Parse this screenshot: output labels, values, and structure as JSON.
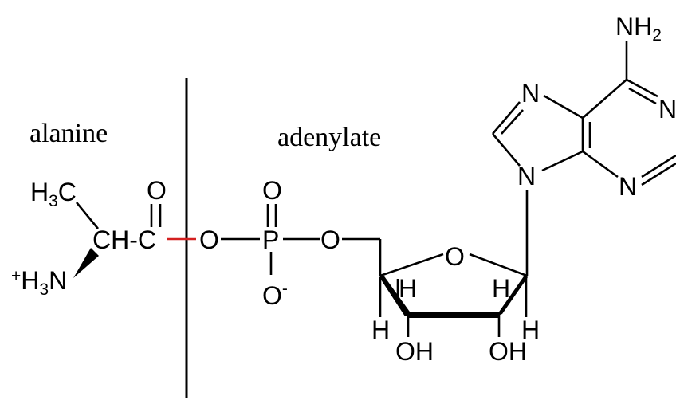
{
  "labels": {
    "left_caption": "alanine",
    "right_caption": "adenylate"
  },
  "atoms": {
    "h3c": "H",
    "h3c_sub": "3",
    "h3c_tail": "C",
    "h3n_plus": "+",
    "h3n_h": "H",
    "h3n_sub": "3",
    "h3n_n": "N",
    "ch": "CH-C",
    "carbonyl_o": "O",
    "ester_o": "O",
    "phosphorus": "P",
    "phosphate_top_o": "O",
    "phosphate_bottom_o": "O",
    "phosphate_minus": "-",
    "bridge_o": "O",
    "ring_o": "O",
    "h_c4_up": "H",
    "h_c4_down": "H",
    "h_c1_up": "H",
    "h_c1_down": "H",
    "oh_left": "OH",
    "oh_right": "OH",
    "n9": "N",
    "n7": "N",
    "n1": "N",
    "n3": "N",
    "nh2_n": "NH",
    "nh2_sub": "2"
  },
  "colors": {
    "ink": "#000000",
    "cleaved_bond": "#d42020"
  }
}
